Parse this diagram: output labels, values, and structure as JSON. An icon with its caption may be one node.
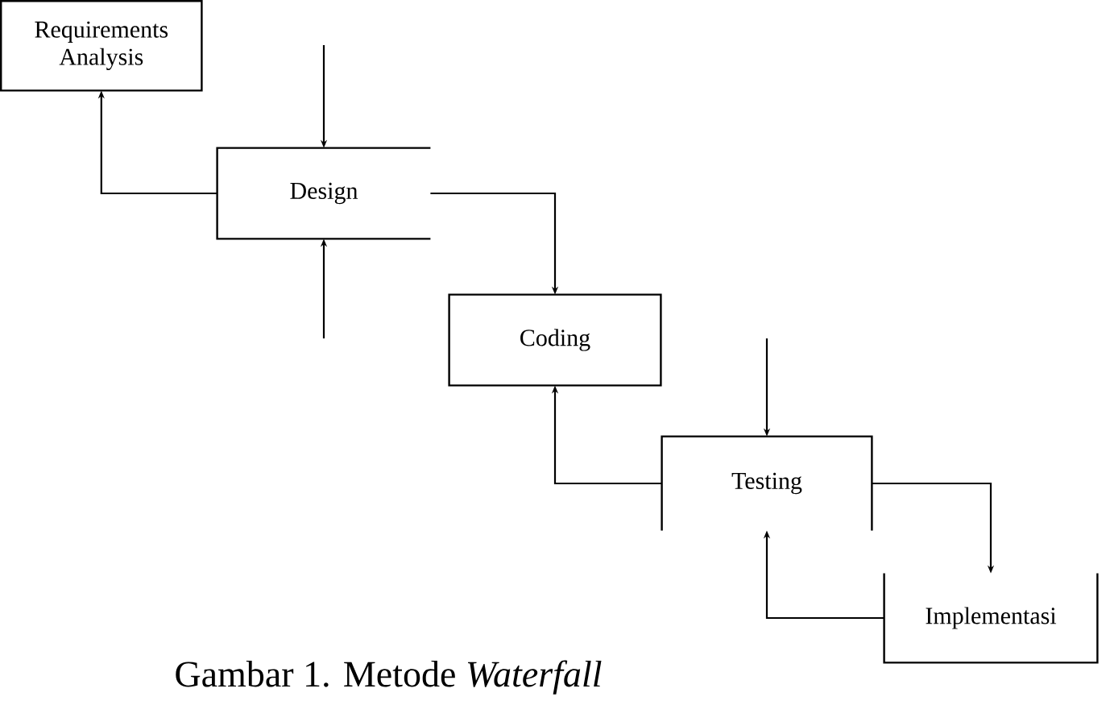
{
  "diagram": {
    "caption": "Gambar 1. Metode *Waterfall*",
    "nodes": [
      {
        "text": [
          "Requirements Analysis"
        ]
      },
      {
        "text": [
          "Design"
        ]
      },
      {
        "text": [
          "Coding"
        ]
      },
      {
        "text": [
          "Testing"
        ]
      },
      {
        "text": [
          "Implementasi"
        ]
      }
    ],
    "edges": [
      {
        "from": null,
        "to": 1,
        "arrow": "to"
      },
      {
        "from": 1,
        "to": 0,
        "arrow": "to"
      },
      {
        "from": 1,
        "to": 2,
        "arrow": "to"
      },
      {
        "from": null,
        "to": 1,
        "arrow": "to"
      },
      {
        "from": null,
        "to": 3,
        "arrow": "to"
      },
      {
        "from": 3,
        "to": 2,
        "arrow": "to"
      },
      {
        "from": 3,
        "to": 4,
        "arrow": "to"
      },
      {
        "from": 4,
        "to": 3,
        "arrow": "to"
      }
    ]
  }
}
